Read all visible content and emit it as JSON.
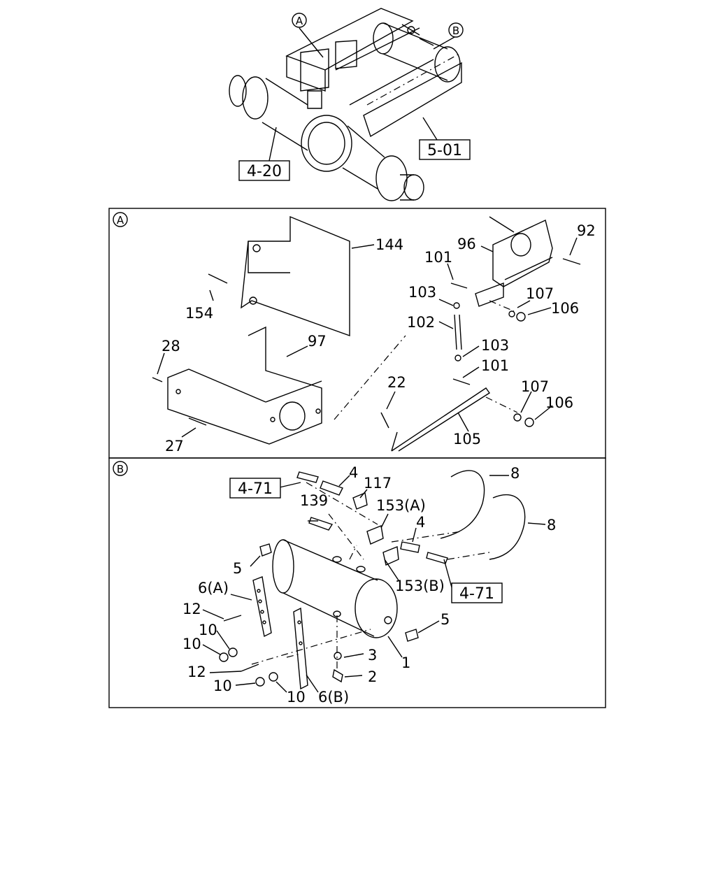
{
  "overview": {
    "callouts": [
      "A",
      "B"
    ],
    "references": [
      "4-20",
      "5-01"
    ]
  },
  "section_a": {
    "badge": "A",
    "parts": [
      "144",
      "154",
      "28",
      "97",
      "27",
      "96",
      "92",
      "101",
      "103",
      "102",
      "107",
      "106",
      "103",
      "101",
      "22",
      "107",
      "106",
      "105"
    ]
  },
  "section_b": {
    "badge": "B",
    "references": [
      "4-71",
      "4-71"
    ],
    "parts": [
      "4",
      "117",
      "139",
      "153(A)",
      "4",
      "8",
      "8",
      "5",
      "6(A)",
      "12",
      "10",
      "10",
      "12",
      "10",
      "10",
      "6(B)",
      "3",
      "2",
      "1",
      "5",
      "153(B)"
    ]
  }
}
